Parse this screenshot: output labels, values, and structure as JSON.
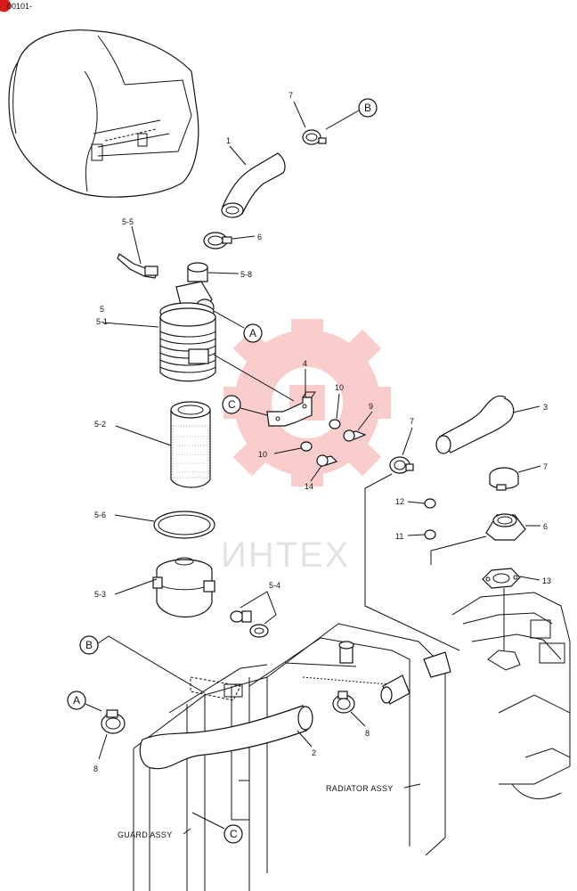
{
  "header": {
    "code": "00101-"
  },
  "watermark": {
    "text": "ИНТЕХ"
  },
  "part_labels": {
    "p1": "1",
    "p2": "2",
    "p3": "3",
    "p4": "4",
    "p5": "5",
    "p5_1": "5-1",
    "p5_2": "5-2",
    "p5_3": "5-3",
    "p5_4": "5-4",
    "p5_5": "5-5",
    "p5_6": "5-6",
    "p5_8": "5-8",
    "p6a": "6",
    "p6b": "6",
    "p7a": "7",
    "p7b": "7",
    "p7c": "7",
    "p8a": "8",
    "p8b": "8",
    "p9": "9",
    "p10a": "10",
    "p10b": "10",
    "p11": "11",
    "p12": "12",
    "p13": "13",
    "p14": "14"
  },
  "ref_markers": {
    "a1": "A",
    "a2": "A",
    "b1": "B",
    "b2": "B",
    "c1": "C",
    "c2": "C"
  },
  "assemblies": {
    "radiator": "RADIATOR ASSY",
    "guard": "GUARD ASSY"
  }
}
